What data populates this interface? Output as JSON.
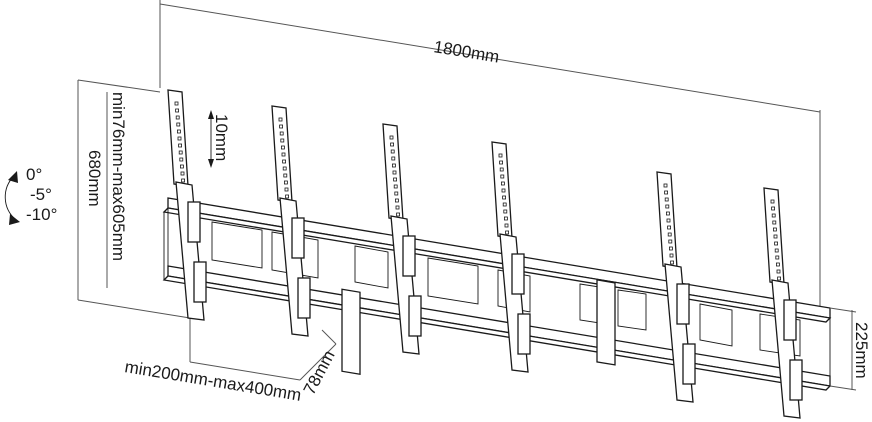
{
  "dimensions": {
    "overall_width": "1800mm",
    "vertical_range": "min76mm-max605mm",
    "height": "680mm",
    "vertical_adjust": "10mm",
    "frame_height": "225mm",
    "wall_depth": "78mm",
    "vesa_spacing": "min200mm-max400mm"
  },
  "tilt": {
    "angles": [
      "0°",
      "-5°",
      "-10°"
    ]
  },
  "bracket_count": 6
}
